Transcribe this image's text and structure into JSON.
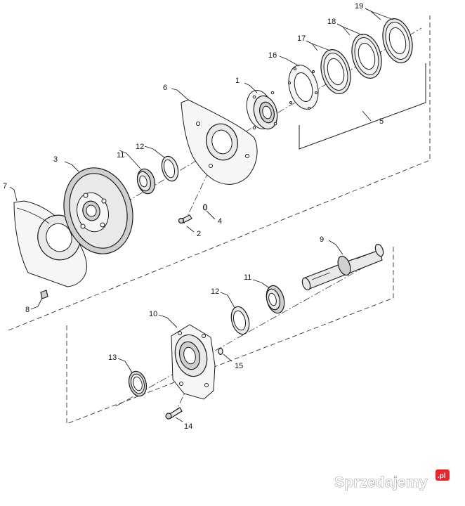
{
  "callouts": {
    "c1": "1",
    "c2": "2",
    "c3": "3",
    "c4": "4",
    "c5": "5",
    "c6": "6",
    "c7": "7",
    "c8": "8",
    "c9": "9",
    "c10": "10",
    "c11a": "11",
    "c11b": "11",
    "c12a": "12",
    "c12b": "12",
    "c13": "13",
    "c14": "14",
    "c15": "15",
    "c16": "16",
    "c17": "17",
    "c18": "18",
    "c19": "19"
  },
  "watermark": {
    "brand": "Sprzedajemy",
    "tld": ".pl"
  }
}
